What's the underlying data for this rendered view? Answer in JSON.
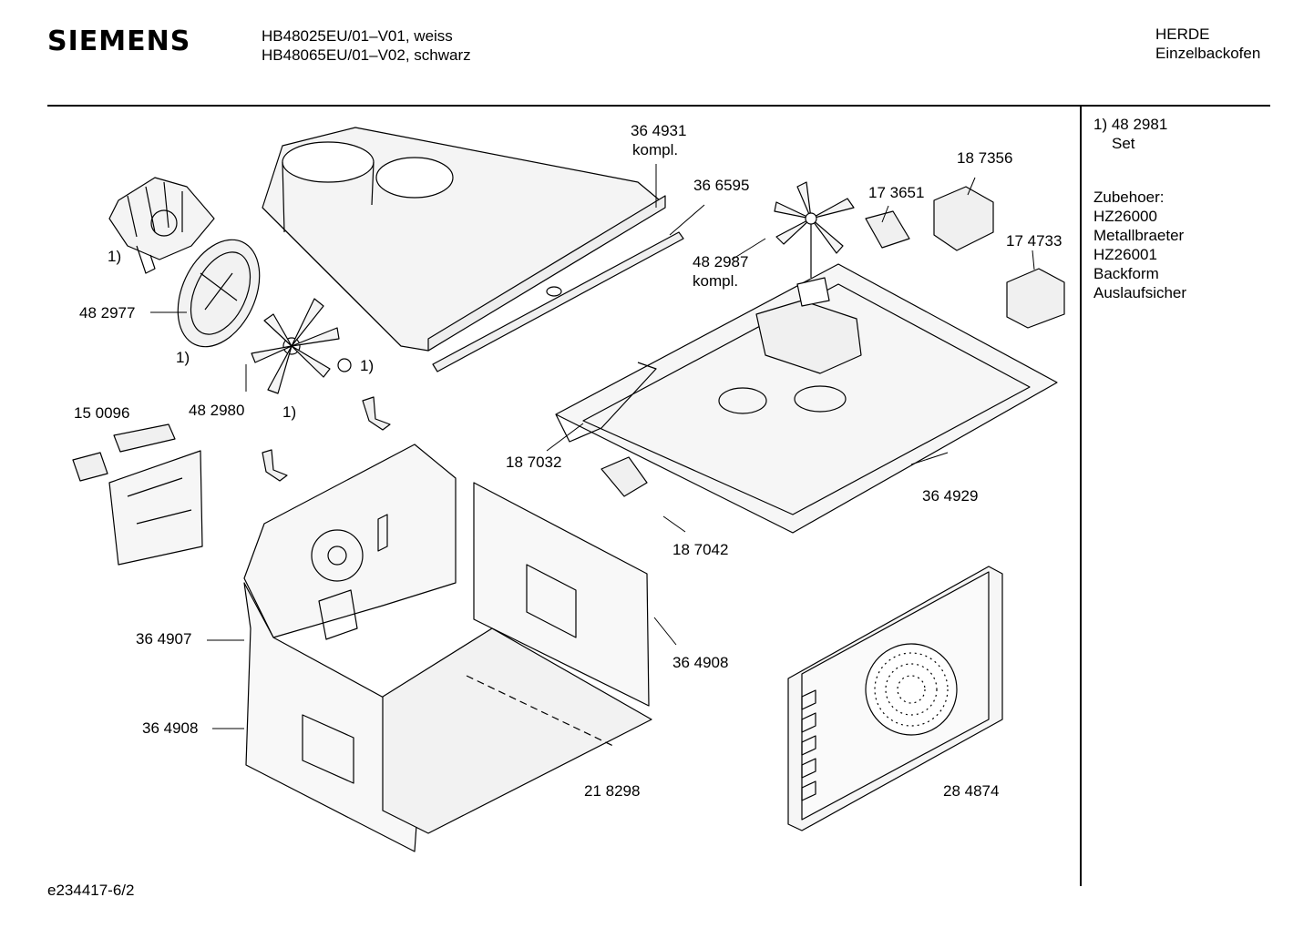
{
  "header": {
    "brand": "SIEMENS",
    "model_line_1": "HB48025EU/01–V01, weiss",
    "model_line_2": "HB48065EU/01–V02, schwarz",
    "category": "HERDE",
    "subcategory": "Einzelbackofen"
  },
  "sidebar": {
    "note_line_1": "1) 48 2981",
    "note_line_2": "Set",
    "accessories": [
      "Zubehoer:",
      "HZ26000",
      "Metallbraeter",
      "HZ26001",
      "Backform",
      "Auslaufsicher"
    ]
  },
  "parts": {
    "p_364931": "36 4931",
    "p_364931_sub": "kompl.",
    "p_366595": "36 6595",
    "p_187356": "18 7356",
    "p_173651": "17 3651",
    "p_174733": "17 4733",
    "p_482987": "48 2987",
    "p_482987_sub": "kompl.",
    "p_482977": "48 2977",
    "p_482980": "48 2980",
    "p_150096": "15 0096",
    "p_187032": "18 7032",
    "p_364929": "36 4929",
    "p_187042": "18 7042",
    "p_364907": "36 4907",
    "p_364908_right": "36 4908",
    "p_364908_left": "36 4908",
    "p_218298": "21 8298",
    "p_284874": "28 4874",
    "note_1": "1)"
  },
  "footer": {
    "drawing_id": "e234417-6/2"
  }
}
